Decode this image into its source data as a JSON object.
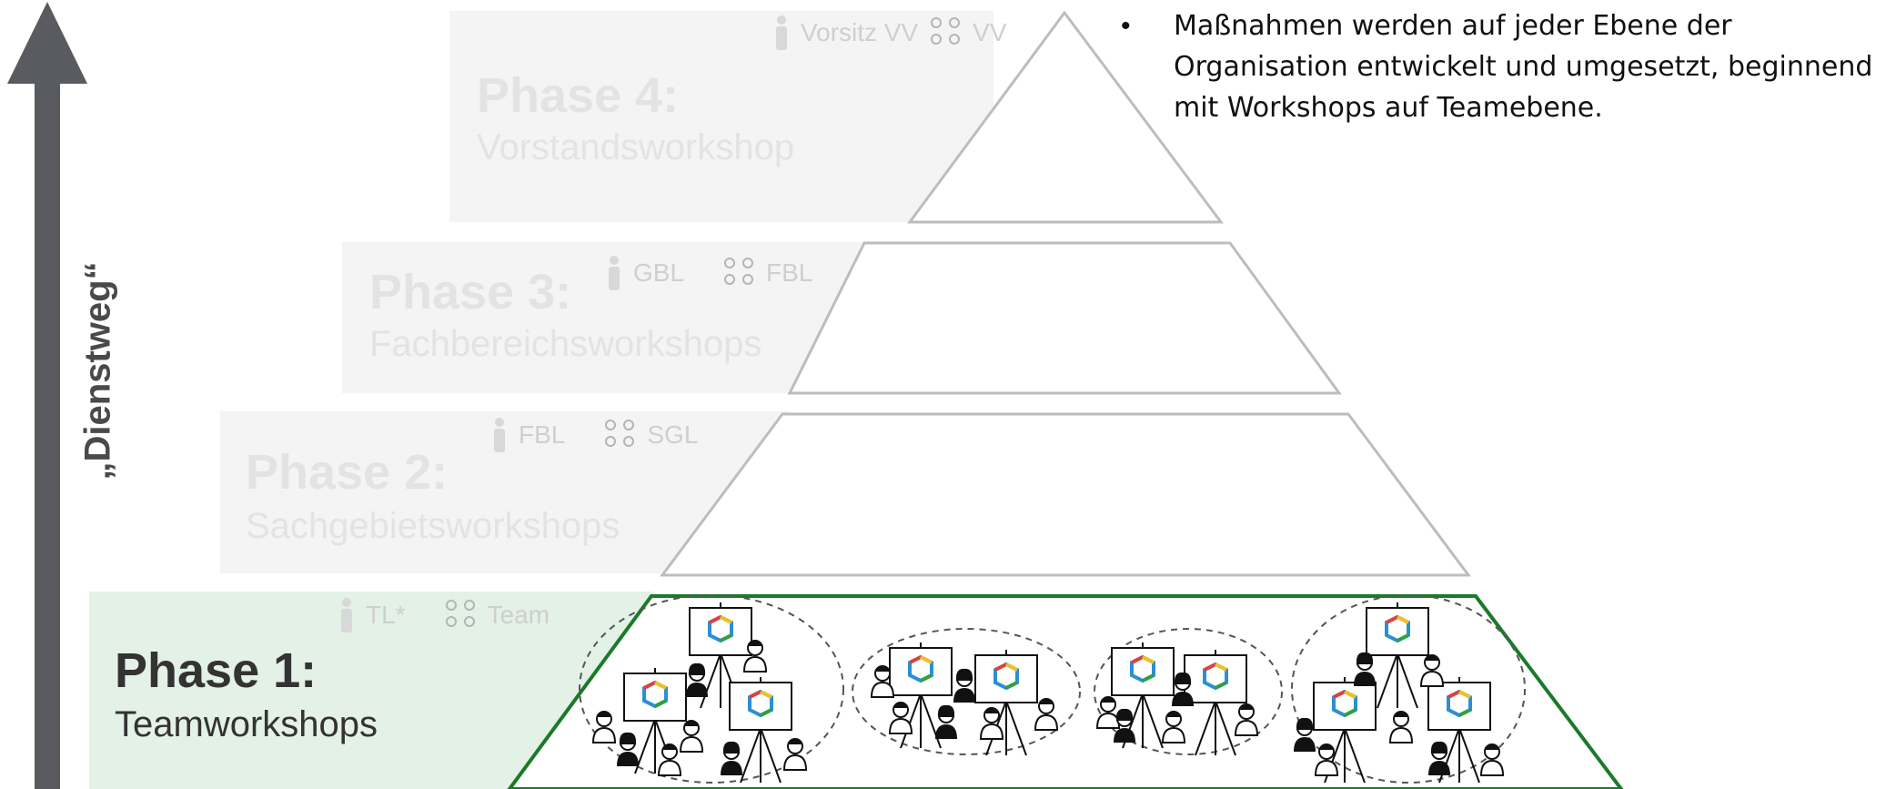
{
  "axis": {
    "label": "„Dienstweg“"
  },
  "note": {
    "bullet": "•",
    "text": "Maßnahmen werden auf jeder Ebene der Organisation entwickelt und umgesetzt, beginnend mit Workshops auf Teamebene."
  },
  "phases": [
    {
      "title": "Phase 4:",
      "subtitle": "Vorstandsworkshop",
      "lead_role": "Vorsitz VV",
      "member_role": "VV"
    },
    {
      "title": "Phase 3:",
      "subtitle": "Fachbereichsworkshops",
      "lead_role": "GBL",
      "member_role": "FBL"
    },
    {
      "title": "Phase 2:",
      "subtitle": "Sachgebietsworkshops",
      "lead_role": "FBL",
      "member_role": "SGL"
    },
    {
      "title": "Phase 1:",
      "subtitle": "Teamworkshops",
      "lead_role": "TL*",
      "member_role": "Team"
    }
  ],
  "colors": {
    "arrow": "#595b60",
    "active_band": "#e3f1e7",
    "faded_band": "#f4f4f4",
    "active_outline": "#1a7a2a",
    "faded_outline": "#bdbdbd"
  },
  "icons": [
    "presenter-icon",
    "group-icon",
    "workshop-group-icon"
  ]
}
